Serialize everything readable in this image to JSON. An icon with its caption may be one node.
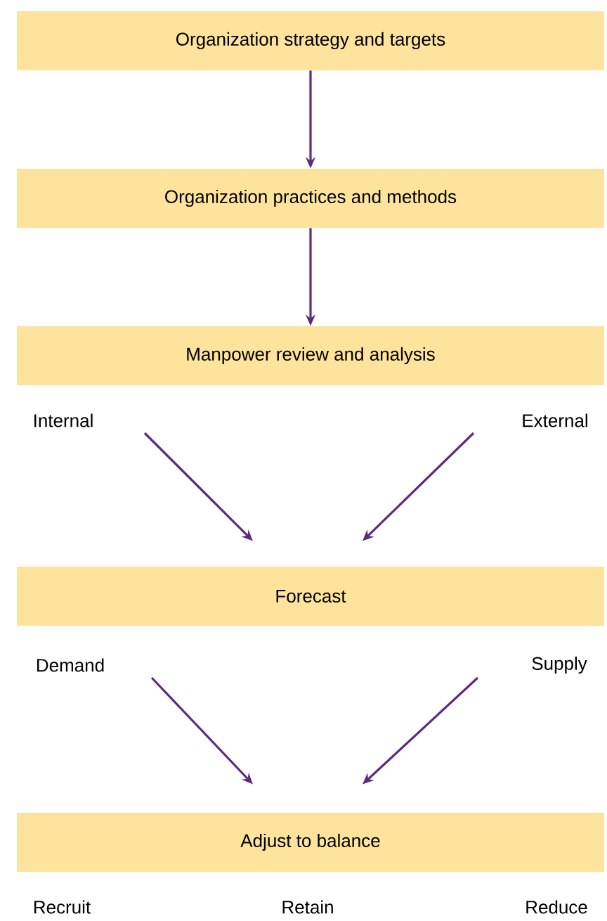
{
  "diagram": {
    "nodes": [
      {
        "text": [
          "Organization strategy and targets"
        ]
      },
      {
        "text": [
          "Organization practices and methods"
        ]
      },
      {
        "text": [
          "Manpower review and analysis"
        ]
      },
      {
        "text": [
          "Internal"
        ]
      },
      {
        "text": [
          "External"
        ]
      },
      {
        "text": [
          "Forecast"
        ]
      },
      {
        "text": [
          "Demand"
        ]
      },
      {
        "text": [
          "Supply"
        ]
      },
      {
        "text": [
          "Adjust to balance"
        ]
      }
    ],
    "edges": [
      {
        "from": 0,
        "to": 1,
        "arrow": "to"
      },
      {
        "from": 1,
        "to": 2,
        "arrow": "to"
      },
      {
        "from": 3,
        "to": 5,
        "arrow": "to"
      },
      {
        "from": 4,
        "to": 5,
        "arrow": "to"
      },
      {
        "from": 6,
        "to": 8,
        "arrow": "to"
      },
      {
        "from": 7,
        "to": 8,
        "arrow": "to"
      }
    ],
    "labels": [
      "Recruit",
      "Retain",
      "Reduce"
    ]
  }
}
